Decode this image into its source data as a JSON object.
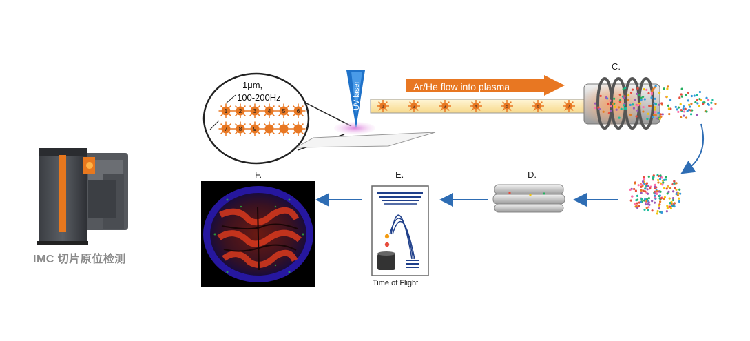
{
  "instrument_caption": "IMC 切片原位检测",
  "steps": {
    "c": "C.",
    "d": "D.",
    "e": "E.",
    "f": "F."
  },
  "laser_label": "UV laser",
  "flow_label": "Ar/He flow into plasma",
  "spot_size": "1μm,",
  "frequency": "100-200Hz",
  "tof_label": "Time of Flight",
  "spot_numbers": [
    "1",
    "2",
    "3",
    "4",
    "5",
    "6",
    "7",
    "8",
    "9"
  ],
  "particle_numbers": [
    "1",
    "2",
    "3",
    "4",
    "5",
    "6",
    "7"
  ],
  "colors": {
    "orange": "#e87722",
    "arrow_blue": "#2e6db4",
    "laser_blue": "#1f72c9",
    "caption_gray": "#8a8a8a"
  }
}
